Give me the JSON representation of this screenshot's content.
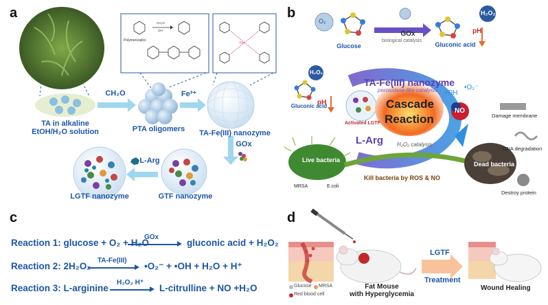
{
  "panels": {
    "a": "a",
    "b": "b",
    "c": "c",
    "d": "d"
  },
  "panel_a": {
    "ta_label": "TA in alkaline",
    "ta_label2": "EtOH/H₂O solution",
    "ch2o": "CH₂O",
    "pta": "PTA oligomers",
    "fe": "Fe³⁺",
    "tafe": "TA-Fe(III) nanozyme",
    "gox": "GOx",
    "larg": "L-Arg",
    "lgtf": "LGTF nanozyme",
    "gtf": "GTF nanozyme",
    "polymerization": "Polymerization",
    "ch2o_small": "CH₂O",
    "oh_small": "OH⁻"
  },
  "panel_b": {
    "o2": "O₂",
    "glucose": "Glucose",
    "gox": "GOx",
    "gox_sub": "biological catalysis",
    "h2o2_top": "H₂O₂",
    "gluconic_top": "Gluconic acid",
    "ph_top": "pH",
    "h2o2_left": "H₂O₂",
    "ph_left": "pH",
    "gluconic_left": "Gluconic acid",
    "tafe": "TA-Fe(III) nanozyme",
    "peroxidase": "peroxidase-like catalysis",
    "activated": "Activated LGTF",
    "cascade": "Cascade",
    "reaction": "Reaction",
    "oh": "•OH",
    "o2rad": "•O₂⁻",
    "no": "NO",
    "larg": "L-Arg",
    "h2o2_cat": "H₂O₂ catalysis",
    "damage": "Damage membrane",
    "dna": "DNA degradation",
    "destroy": "Destroy protein",
    "live": "Live bacteria",
    "dead": "Dead bacteria",
    "mrsa": "MRSA",
    "ecoli": "E.coli",
    "kill": "Kill bacteria by ROS & NO"
  },
  "panel_c": {
    "r1_label": "Reaction 1: glucose + O₂ + H₂O",
    "r1_cat": "GOx",
    "r1_prod": "gluconic acid + H₂O₂",
    "r2_label": "Reaction 2: 2H₂O₂",
    "r2_cat": "TA-Fe(III)",
    "r2_prod": "•O₂⁻ + •OH + H₂O + H⁺",
    "r3_label": "Reaction 3: L-arginine",
    "r3_cat": "H₂O₂  H⁺",
    "r3_prod": "L-citrulline + NO +H₂O"
  },
  "panel_d": {
    "glucose": "Glucose",
    "mrsa": "MRSA",
    "rbc": "Red blood cell",
    "mouse": "Fat Mouse",
    "mouse2": "with Hyperglycemia",
    "lgtf": "LGTF",
    "treatment": "Treatment",
    "healing": "Wound Healing"
  },
  "colors": {
    "blue": "#1b56a6",
    "arrow": "#7fcbe8",
    "purple": "#5a3fb0",
    "green": "#6ea53a",
    "red": "#c0292b",
    "orange": "#f4a262"
  }
}
